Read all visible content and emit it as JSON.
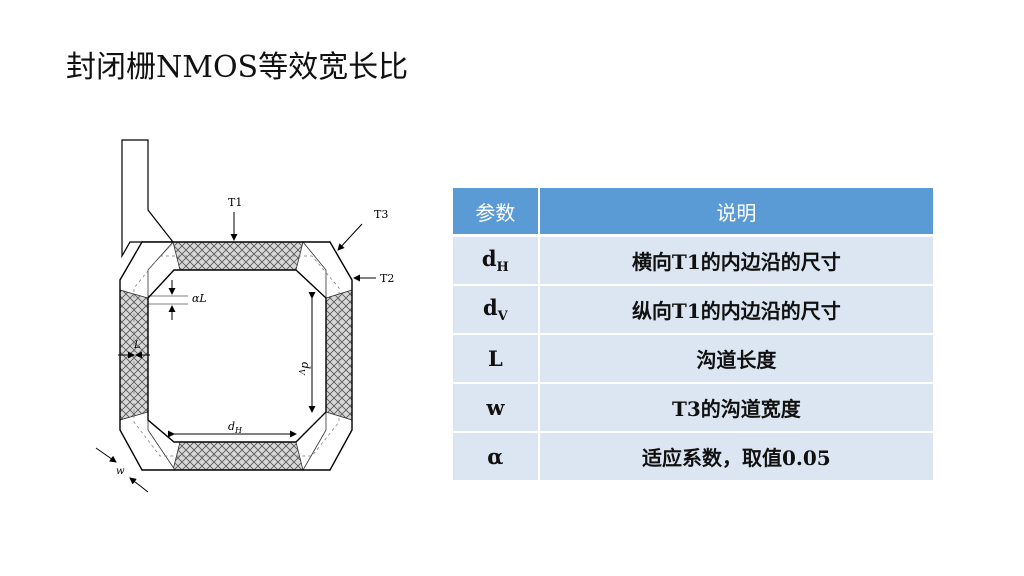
{
  "slide": {
    "title": "封闭栅NMOS等效宽长比"
  },
  "diagram": {
    "labels": {
      "t1": "T1",
      "t2": "T2",
      "t3": "T3",
      "alpha_l": "αL",
      "l": "L",
      "d_h": "d",
      "d_h_sub": "H",
      "d_v": "d",
      "d_v_sub": "V",
      "w": "w"
    }
  },
  "table": {
    "header": {
      "param": "参数",
      "desc": "说明"
    },
    "rows": [
      {
        "sym": "d",
        "sub": "H",
        "desc": "横向T1的内边沿的尺寸"
      },
      {
        "sym": "d",
        "sub": "V",
        "desc": "纵向T1的内边沿的尺寸"
      },
      {
        "sym": "L",
        "sub": "",
        "desc": "沟道长度"
      },
      {
        "sym": "w",
        "sub": "",
        "desc": "T3的沟道宽度"
      },
      {
        "sym": "α",
        "sub": "",
        "desc": "适应系数，取值0.05"
      }
    ]
  }
}
